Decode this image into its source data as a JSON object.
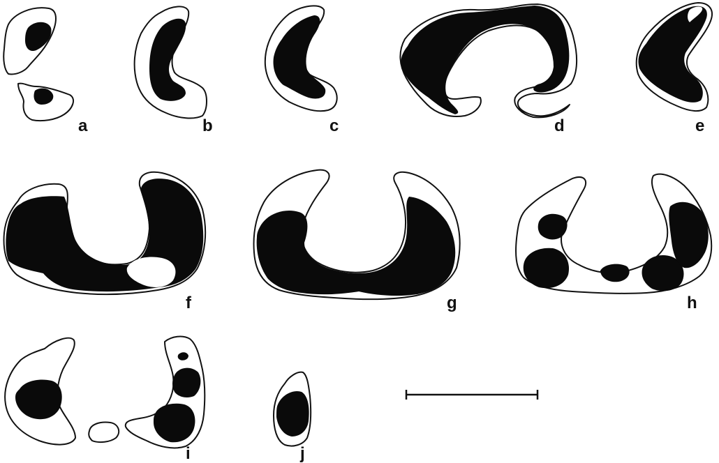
{
  "panels": [
    {
      "label": "a"
    },
    {
      "label": "b"
    },
    {
      "label": "c"
    },
    {
      "label": "d"
    },
    {
      "label": "e"
    },
    {
      "label": "f"
    },
    {
      "label": "g"
    },
    {
      "label": "h"
    },
    {
      "label": "i"
    },
    {
      "label": "j"
    }
  ],
  "colors": {
    "ink": "#0a0a0a",
    "outline": "#111111",
    "background": "#ffffff"
  },
  "scale_bar": {
    "label": ""
  }
}
